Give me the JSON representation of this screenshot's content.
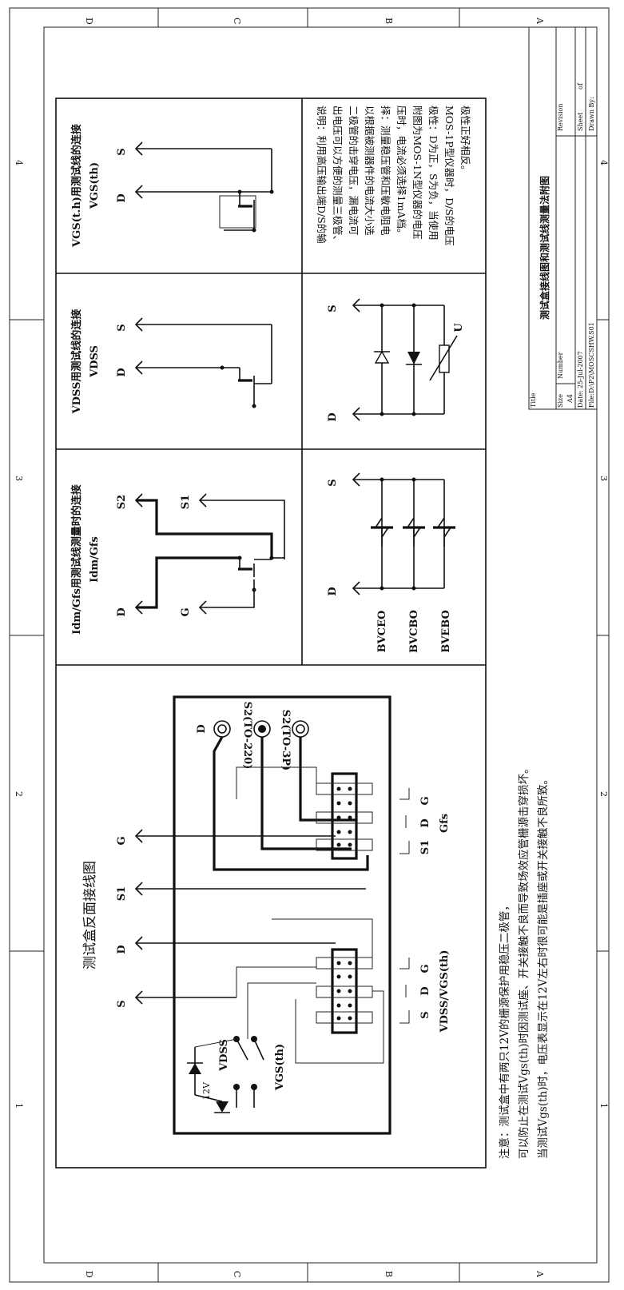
{
  "border": {
    "rows": [
      "D",
      "C",
      "B",
      "A"
    ],
    "cols": [
      "4",
      "3",
      "2",
      "1"
    ]
  },
  "panels": {
    "wiring": {
      "title": "测试盒反面接线图",
      "terminals": [
        "S",
        "D",
        "S1",
        "G"
      ],
      "sockets": [
        "D",
        "S2(TO-220)",
        "S2(TO-3P)"
      ],
      "pin_labels_left": [
        "S",
        "D",
        "G"
      ],
      "group_left": "VDSS/VGS(th)",
      "pin_labels_right": [
        "S1",
        "D",
        "G"
      ],
      "group_right": "Gfs",
      "switch_labels": [
        "VDSS",
        "VGS(th)",
        "12V"
      ]
    },
    "idm": {
      "title": "Idm/Gfs用测试线测量时的连接",
      "subtitle": "Idm/Gfs",
      "terminals": [
        "D",
        "G",
        "S2",
        "S1"
      ]
    },
    "vdss": {
      "title": "VDSS用测试线的连接",
      "subtitle": "VDSS",
      "terminals": [
        "D",
        "S"
      ]
    },
    "vgs": {
      "title": "VGS(t.h)用测试线的连接",
      "subtitle": "VGS(th)",
      "terminals": [
        "D",
        "S"
      ]
    },
    "bjt": {
      "labels": [
        "BVCEO",
        "BVCBO",
        "BVEBO"
      ],
      "terminals": [
        "D",
        "S"
      ]
    },
    "diodes": {
      "terminals": [
        "D",
        "S"
      ],
      "u_label": "U"
    },
    "explanation": {
      "lines": [
        "说明：利用高压输出端D/S的输",
        "出电压可以方便的测量三极管、",
        "二极管的击穿电压，漏电流可",
        "以根据被测器件的电流大小选",
        "择：测量稳压管和压敏电阻电",
        "压时，电流必须选择1mA档。",
        "附图为MOS-1N型仪器的电压",
        "极性：D为正，S为负，当使用",
        "MOS-1P型仪器时，D/S的电压",
        "极性正好相反。"
      ]
    }
  },
  "notes": [
    "注意：测试盒中有两只12V的栅源保护用稳压二极管，",
    "可以防止在测试Vgs(th)时因测试座、开关接触不良而导致场效应管栅源击穿损坏。",
    "当测试Vgs(th)时，电压表显示在12V左右时很可能是插座或开关接触不良所致。"
  ],
  "title_block": {
    "title_label": "Title",
    "title": "测试盒接线图和测试线测量法附图",
    "size_label": "Size",
    "size": "A4",
    "number_label": "Number",
    "revision_label": "Revision",
    "date_label": "Date:",
    "date": "25-Jul-2007",
    "file_label": "File:",
    "file": "D:\\P2\\MOSCSHW.S01",
    "sheet_label": "Sheet",
    "of_label": "of",
    "drawn_label": "Drawn By:"
  }
}
